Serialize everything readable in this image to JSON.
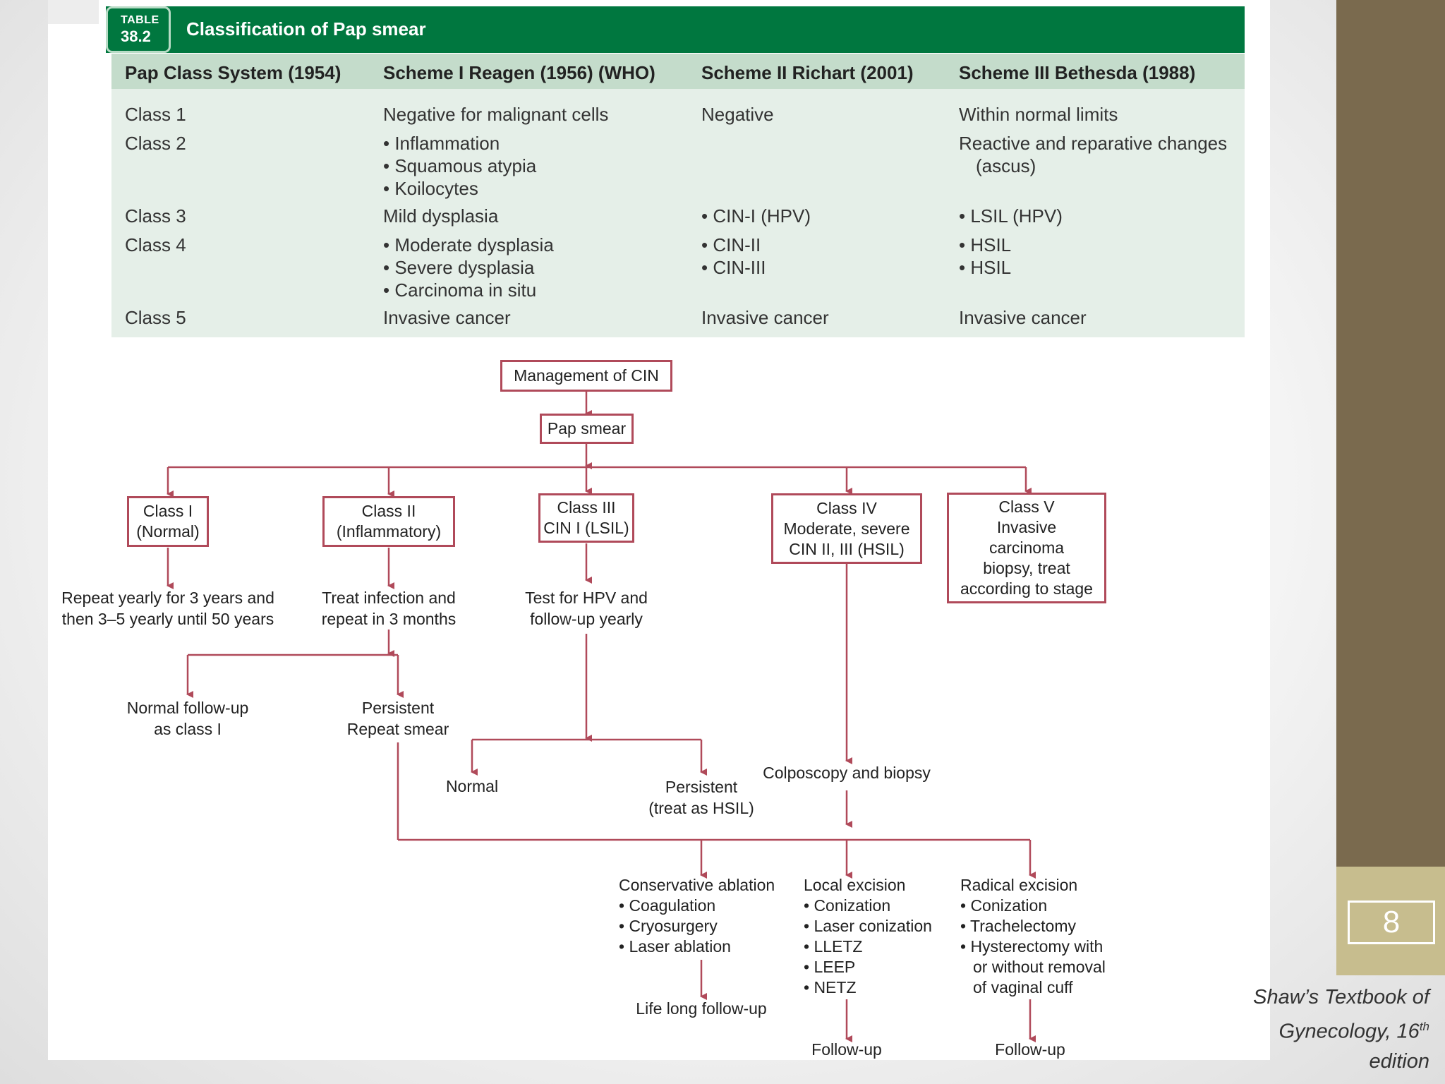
{
  "table": {
    "badge": {
      "line1": "TABLE",
      "line2": "38.2"
    },
    "title": "Classification of Pap smear",
    "columns": [
      "Pap Class System (1954)",
      "Scheme I Reagen (1956) (WHO)",
      "Scheme II Richart (2001)",
      "Scheme III Bethesda (1988)"
    ],
    "rows": [
      {
        "c0": "Class 1",
        "c1": [
          "Negative for malignant cells"
        ],
        "c2": [
          "Negative"
        ],
        "c3": [
          "Within normal limits"
        ]
      },
      {
        "c0": "Class 2",
        "c1": [
          "• Inflammation",
          "• Squamous atypia",
          "• Koilocytes"
        ],
        "c2": [],
        "c3": [
          "Reactive and reparative changes",
          "(ascus)"
        ]
      },
      {
        "c0": "Class 3",
        "c1": [
          "Mild dysplasia"
        ],
        "c2": [
          "• CIN-I (HPV)"
        ],
        "c3": [
          "• LSIL (HPV)"
        ]
      },
      {
        "c0": "Class 4",
        "c1": [
          "• Moderate dysplasia",
          "• Severe dysplasia",
          "• Carcinoma in situ"
        ],
        "c2": [
          "• CIN-II",
          "• CIN-III"
        ],
        "c3": [
          "• HSIL",
          "• HSIL"
        ]
      },
      {
        "c0": "Class 5",
        "c1": [
          "Invasive cancer"
        ],
        "c2": [
          "Invasive cancer"
        ],
        "c3": [
          "Invasive cancer"
        ]
      }
    ]
  },
  "flowchart": {
    "management": "Management of CIN",
    "pap_smear": "Pap smear",
    "class1": [
      "Class I",
      "(Normal)"
    ],
    "class2": [
      "Class II",
      "(Inflammatory)"
    ],
    "class3": [
      "Class III",
      "CIN I (LSIL)"
    ],
    "class4": [
      "Class IV",
      "Moderate, severe",
      "CIN II, III (HSIL)"
    ],
    "class5": [
      "Class V",
      "Invasive",
      "carcinoma",
      "biopsy, treat",
      "according to stage"
    ],
    "class1_action": [
      "Repeat yearly for 3 years and",
      "then 3–5 yearly until 50 years"
    ],
    "class2_action": [
      "Treat infection and",
      "repeat in 3 months"
    ],
    "class3_action": [
      "Test for HPV and",
      "follow-up yearly"
    ],
    "normal_followup": [
      "Normal follow-up",
      "as class I"
    ],
    "persistent_repeat": [
      "Persistent",
      "Repeat smear"
    ],
    "normal": "Normal",
    "persistent_hsil": [
      "Persistent",
      "(treat as HSIL)"
    ],
    "colposcopy": "Colposcopy and biopsy",
    "conservative": {
      "title": "Conservative ablation",
      "items": [
        "• Coagulation",
        "• Cryosurgery",
        "• Laser ablation"
      ]
    },
    "local": {
      "title": "Local excision",
      "items": [
        "• Conization",
        "• Laser conization",
        "• LLETZ",
        "• LEEP",
        "• NETZ"
      ]
    },
    "radical": {
      "title": "Radical excision",
      "items": [
        "• Conization",
        "• Trachelectomy",
        "• Hysterectomy  with",
        "or without removal",
        "of vaginal cuff"
      ]
    },
    "lifelong": "Life long follow-up",
    "followup_local": "Follow-up",
    "followup_radical": "Follow-up"
  },
  "slide": {
    "number": "8",
    "citation_line1": "Shaw’s Textbook of",
    "citation_line2_pre": "Gynecology, 16",
    "citation_sup": "th",
    "citation_line3": "edition"
  },
  "colors": {
    "table_green": "#00773f",
    "arrow": "#b04a5a",
    "sidebar": "#7a6a4e",
    "sidebar_accent": "#c7bd8e"
  }
}
